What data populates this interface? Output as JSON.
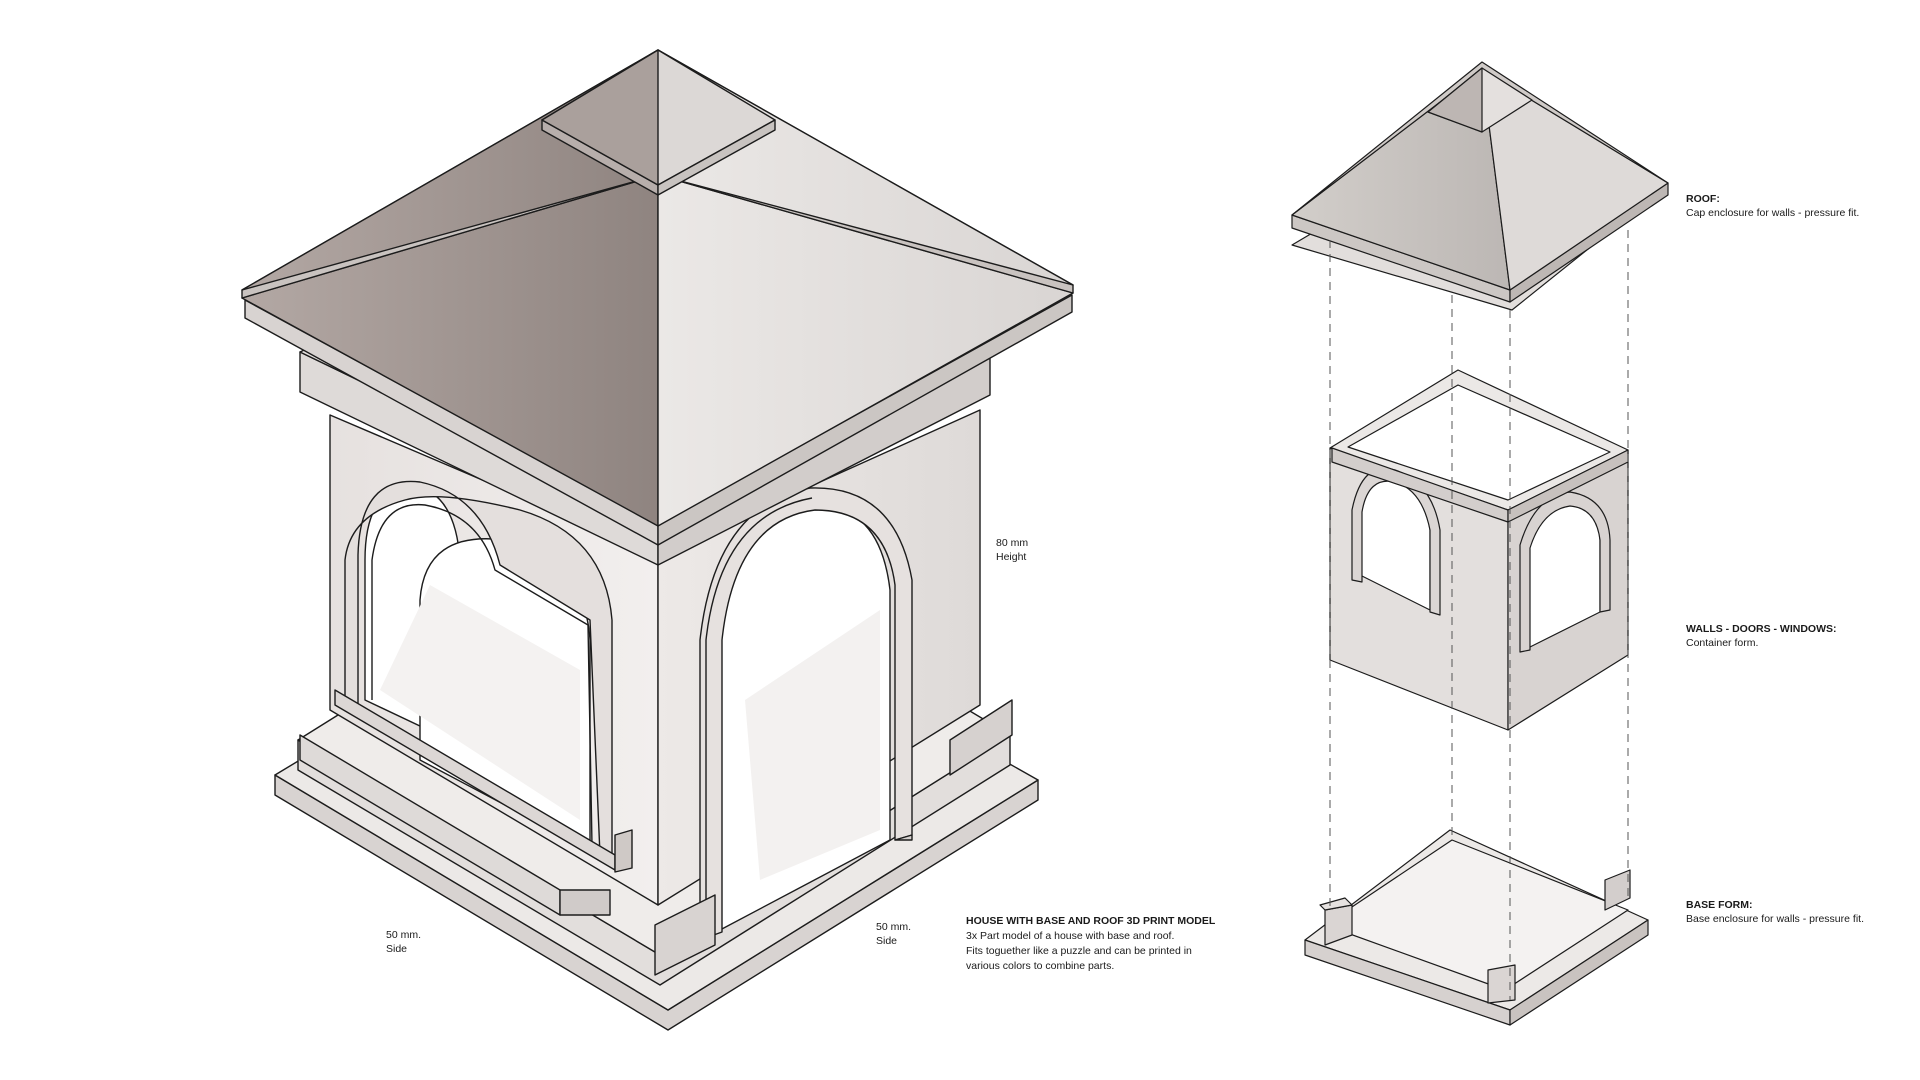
{
  "main_model": {
    "dimensions": {
      "height_value": "80 mm",
      "height_label": "Height",
      "left_side_value": "50 mm.",
      "left_side_label": "Side",
      "right_side_value": "50 mm.",
      "right_side_label": "Side"
    },
    "description": {
      "title": "HOUSE WITH BASE AND ROOF 3D PRINT MODEL",
      "lines": [
        "3x Part model of a house with base and roof.",
        "Fits toguether like a puzzle and can be printed in",
        "various colors to combine parts."
      ]
    }
  },
  "exploded_parts": [
    {
      "title": "ROOF:",
      "desc": "Cap enclosure for walls - pressure fit."
    },
    {
      "title": "WALLS  - DOORS - WINDOWS:",
      "desc": "Container form."
    },
    {
      "title": "BASE FORM:",
      "desc": "Base enclosure for walls - pressure fit."
    }
  ],
  "colors": {
    "roof_left": "#a89d99",
    "roof_right": "#e0dcda",
    "wall": "#e9e5e3",
    "outline": "#1c1c1c"
  }
}
